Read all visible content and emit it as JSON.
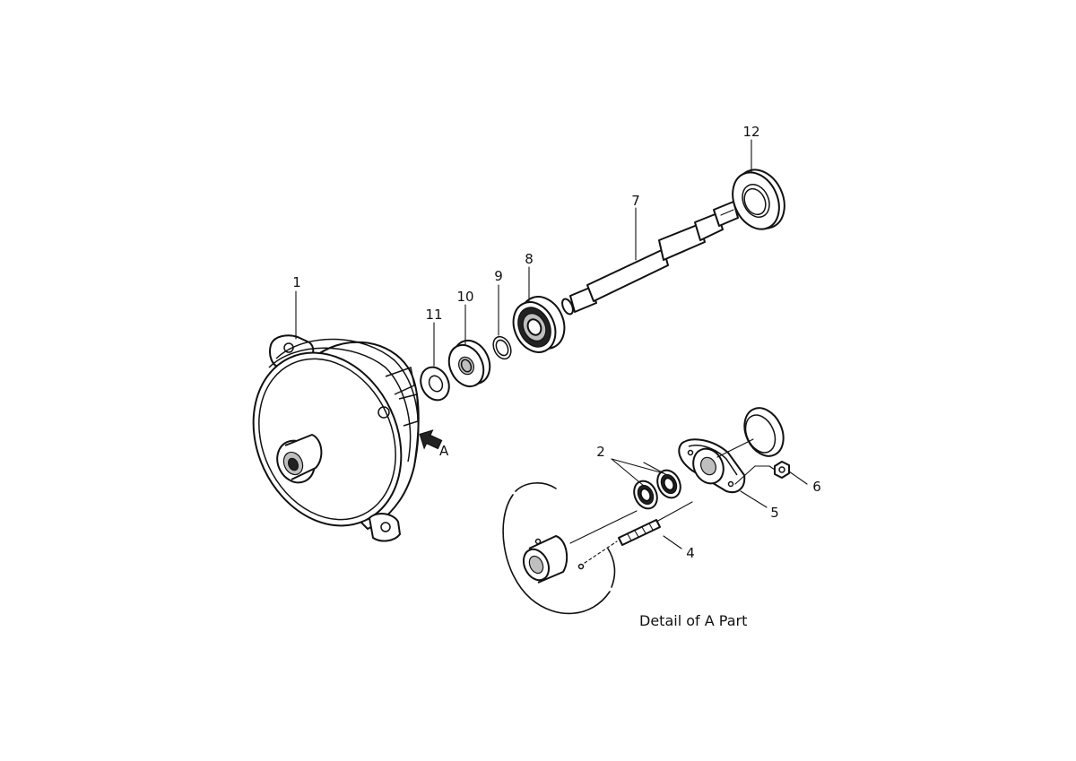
{
  "diagram": {
    "part_labels": {
      "p1": "1",
      "p2": "2",
      "p4": "4",
      "p5": "5",
      "p6": "6",
      "p7": "7",
      "p8": "8",
      "p9": "9",
      "p10": "10",
      "p11": "11",
      "p12": "12"
    },
    "view_marker": "A",
    "detail_caption": "Detail of A Part"
  }
}
